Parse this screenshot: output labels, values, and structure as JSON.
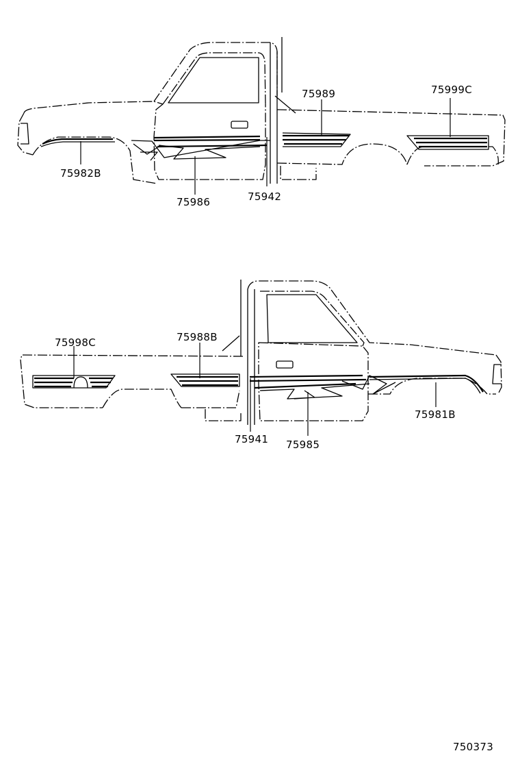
{
  "top_view": {
    "labels": {
      "stripe_75989": "75989",
      "stripe_75999c": "75999C",
      "stripe_75982b": "75982B",
      "stripe_75986": "75986",
      "stripe_75942": "75942"
    }
  },
  "bottom_view": {
    "labels": {
      "stripe_75998c": "75998C",
      "stripe_75988b": "75988B",
      "stripe_75941": "75941",
      "stripe_75985": "75985",
      "stripe_75981b": "75981B"
    }
  },
  "figure_number": "750373"
}
